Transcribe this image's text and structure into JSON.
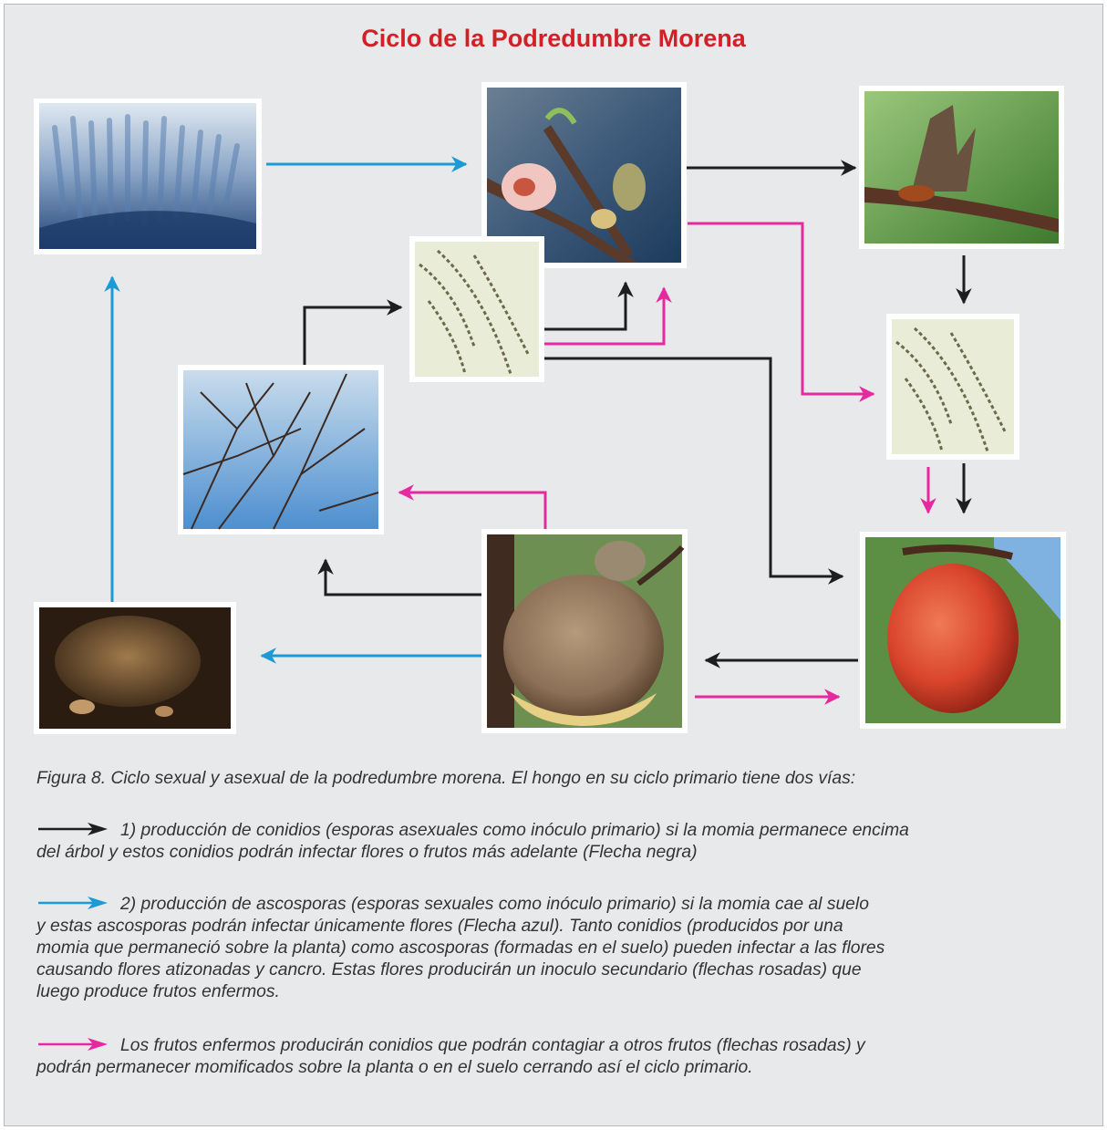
{
  "title": "Ciclo de la Podredumbre Morena",
  "colors": {
    "title": "#d32027",
    "black_arrow": "#1e1e1e",
    "blue_arrow": "#1a9ad6",
    "pink_arrow": "#e6299f",
    "background": "#e8e9ea"
  },
  "nodes": [
    {
      "id": "asci",
      "icon": "microscope-asci-photo"
    },
    {
      "id": "flower",
      "icon": "peach-blossom-photo"
    },
    {
      "id": "blight",
      "icon": "blossom-blight-photo"
    },
    {
      "id": "conidia-left",
      "icon": "conidia-chains-photo"
    },
    {
      "id": "conidia-right",
      "icon": "conidia-chains-photo"
    },
    {
      "id": "tree",
      "icon": "bare-tree-branches-photo"
    },
    {
      "id": "mummy-tree",
      "icon": "rotting-peach-on-tree-photo"
    },
    {
      "id": "peach",
      "icon": "healthy-peach-photo"
    },
    {
      "id": "mummy-ground",
      "icon": "mummified-fruit-on-ground-photo"
    }
  ],
  "caption": {
    "intro": "Figura 8. Ciclo sexual y asexual de la podredumbre morena. El hongo en su ciclo primario tiene dos vías:",
    "item1_l1": "1) producción de conidios (esporas asexuales como inóculo primario) si la momia permanece encima",
    "item1_l2": "del árbol y estos conidios podrán infectar flores o frutos más adelante (Flecha negra)",
    "item2_l1": "2) producción de ascosporas (esporas sexuales como inóculo primario) si la momia cae al suelo",
    "item2_l2": "y estas ascosporas podrán infectar únicamente flores (Flecha azul). Tanto conidios (producidos por una",
    "item2_l3": "momia que permaneció sobre la planta) como ascosporas (formadas en el suelo) pueden infectar a las flores",
    "item2_l4": "causando flores atizonadas  y cancro. Estas flores producirán un inoculo secundario (flechas rosadas) que",
    "item2_l5": "luego produce frutos enfermos.",
    "item3_l1": "Los frutos enfermos producirán conidios que podrán contagiar a otros frutos (flechas rosadas) y",
    "item3_l2": "podrán permanecer momificados sobre la planta o en el suelo cerrando así el ciclo primario."
  }
}
